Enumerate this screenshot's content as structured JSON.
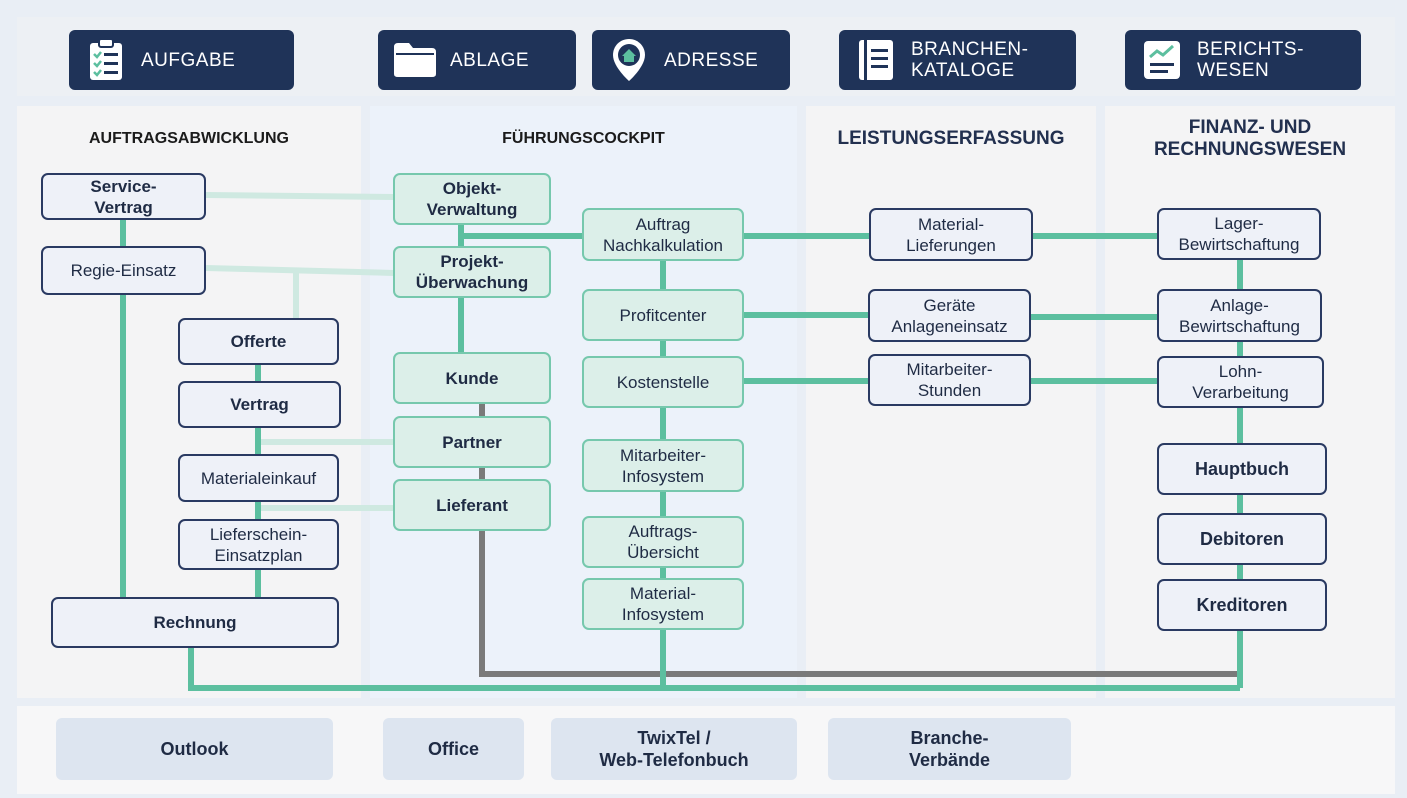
{
  "toolbar": {
    "aufgabe": "AUFGABE",
    "ablage": "ABLAGE",
    "adresse": "ADRESSE",
    "branchen": "BRANCHEN-\nKATALOGE",
    "berichts": "BERICHTS-\nWESEN"
  },
  "columns": {
    "auftrag": "AUFTRAGSABWICKLUNG",
    "cockpit": "FÜHRUNGSCOCKPIT",
    "leistung": "LEISTUNGSERFASSUNG",
    "finanz": "FINANZ- UND\nRECHNUNGSWESEN"
  },
  "auftrag": {
    "service": "Service-\nVertrag",
    "regie": "Regie-Einsatz",
    "offerte": "Offerte",
    "vertrag": "Vertrag",
    "material": "Materialeinkauf",
    "lieferschein": "Lieferschein-\nEinsatzplan",
    "rechnung": "Rechnung"
  },
  "cockpit": {
    "objekt": "Objekt-\nVerwaltung",
    "projekt": "Projekt-\nÜberwachung",
    "kunde": "Kunde",
    "partner": "Partner",
    "lieferant": "Lieferant",
    "nachkalk": "Auftrag\nNachkalkulation",
    "profit": "Profitcenter",
    "kosten": "Kostenstelle",
    "mitinfo": "Mitarbeiter-\nInfosystem",
    "uebersicht": "Auftrags-\nÜbersicht",
    "matinfo": "Material-\nInfosystem"
  },
  "leistung": {
    "matlief": "Material-\nLieferungen",
    "geraete": "Geräte\nAnlageneinsatz",
    "mitstunden": "Mitarbeiter-\nStunden"
  },
  "finanz": {
    "lager": "Lager-\nBewirtschaftung",
    "anlage": "Anlage-\nBewirtschaftung",
    "lohn": "Lohn-\nVerarbeitung",
    "hauptbuch": "Hauptbuch",
    "debitoren": "Debitoren",
    "kreditoren": "Kreditoren"
  },
  "bottom": {
    "outlook": "Outlook",
    "office": "Office",
    "twixtel": "TwixTel /\nWeb-Telefonbuch",
    "branche": "Branche-\nVerbände"
  },
  "colors": {
    "navy": "#1f3358",
    "teal": "#5cbf9f",
    "teal_light": "#cfe9e1",
    "gray": "#7a7a7a"
  }
}
